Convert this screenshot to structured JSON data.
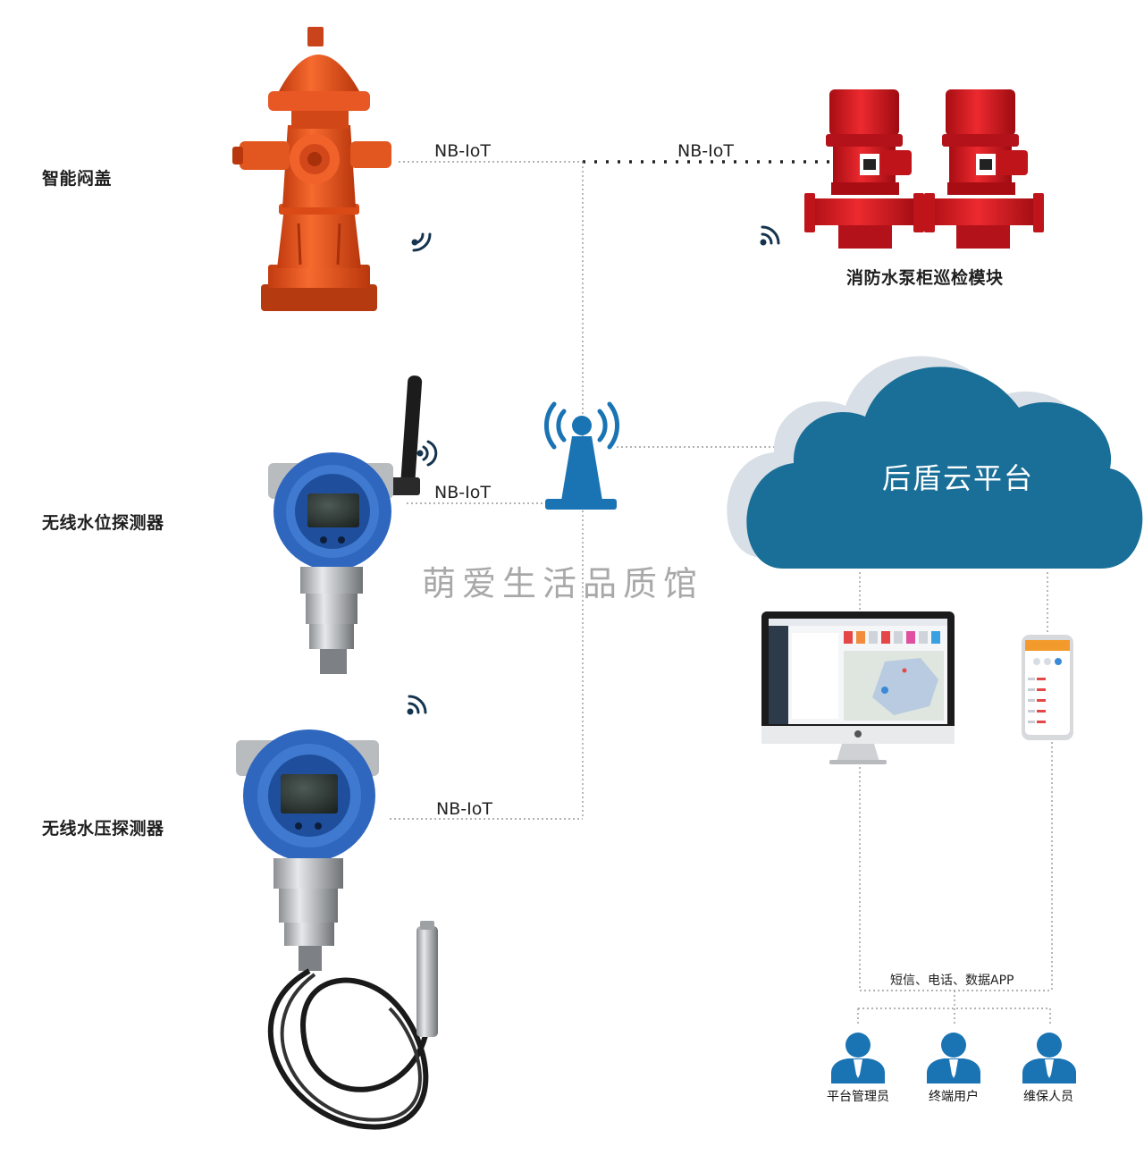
{
  "devices": {
    "hydrant_label": "智能闷盖",
    "pump_label": "消防水泵柜巡检模块",
    "level_label": "无线水位探测器",
    "pressure_label": "无线水压探测器"
  },
  "links": {
    "hydrant_link": "NB-IoT",
    "pump_link": "NB-IoT",
    "level_link": "NB-IoT",
    "pressure_link": "NB-IoT"
  },
  "cloud": {
    "label": "后盾云平台"
  },
  "watermark": "萌爱生活品质馆",
  "notification": "短信、电话、数据APP",
  "roles": {
    "admin": "平台管理员",
    "end_user": "终端用户",
    "maintenance": "维保人员"
  },
  "colors": {
    "cloud_blue": "#196f97",
    "cloud_shadow": "#d9dfe6",
    "device_blue": "#2a63b8",
    "hydrant_orange": "#f0541e",
    "pump_red": "#d9141d",
    "accent_blue": "#1a74b4"
  }
}
